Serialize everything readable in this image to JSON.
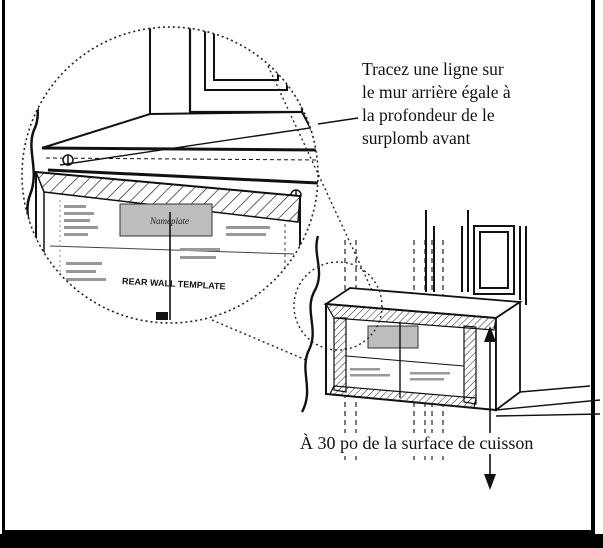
{
  "callout": {
    "lines": [
      "Tracez une ligne sur",
      "le mur arrière égale à",
      "la profondeur de le",
      "surplomb avant"
    ]
  },
  "template_label": "REAR WALL TEMPLATE",
  "distance_label": "À 30 po de la surface de cuisson"
}
